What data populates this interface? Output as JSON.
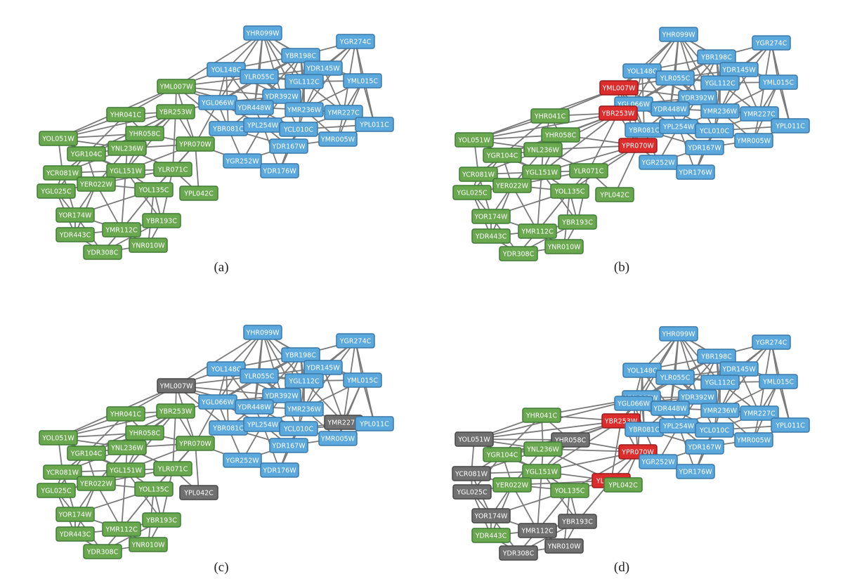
{
  "panels": [
    {
      "label": "(a)",
      "special": {}
    },
    {
      "label": "(b)",
      "special": {
        "YML007W": "red",
        "YBR253W": "red",
        "YPR070W": "red"
      }
    },
    {
      "label": "(c)",
      "special": {
        "YML007W": "gray",
        "YMR227C": "gray",
        "YPL042C": "gray"
      }
    },
    {
      "label": "(d)",
      "special": {
        "YML007W": "blue",
        "YBR253W": "red",
        "YPR070W": "red",
        "YLR071C": "red",
        "YHR058C": "gray",
        "YOL051W": "gray",
        "YCR081W": "gray",
        "YGL025C": "gray",
        "YOR174W": "gray",
        "YMR112C": "gray",
        "YBR193C": "gray",
        "YDR308C": "gray",
        "YNR010W": "gray"
      }
    }
  ],
  "colors": {
    "blue": "#5aa8dc",
    "blue_border": "#3a78aa",
    "green": "#6aa84f",
    "green_border": "#3f7a35",
    "red": "#dd2c2c",
    "red_border": "#9a1d1d",
    "gray": "#707070",
    "gray_border": "#454545",
    "edge": "#7a7a7a"
  },
  "nodes": [
    {
      "id": "YHR099W",
      "group": "blue"
    },
    {
      "id": "YGR274C",
      "group": "blue"
    },
    {
      "id": "YBR198C",
      "group": "blue"
    },
    {
      "id": "YOL148C",
      "group": "blue"
    },
    {
      "id": "YDR145W",
      "group": "blue"
    },
    {
      "id": "YLR055C",
      "group": "blue"
    },
    {
      "id": "YGL112C",
      "group": "blue"
    },
    {
      "id": "YML015C",
      "group": "blue"
    },
    {
      "id": "YML007W",
      "group": "green"
    },
    {
      "id": "YDR392W",
      "group": "blue"
    },
    {
      "id": "YGL066W",
      "group": "blue"
    },
    {
      "id": "YDR448W",
      "group": "blue"
    },
    {
      "id": "YMR236W",
      "group": "blue"
    },
    {
      "id": "YMR227C",
      "group": "blue"
    },
    {
      "id": "YHR041C",
      "group": "green"
    },
    {
      "id": "YBR253W",
      "group": "green"
    },
    {
      "id": "YBR081C",
      "group": "blue"
    },
    {
      "id": "YPL254W",
      "group": "blue"
    },
    {
      "id": "YCL010C",
      "group": "blue"
    },
    {
      "id": "YPL011C",
      "group": "blue"
    },
    {
      "id": "YOL051W",
      "group": "green"
    },
    {
      "id": "YHR058C",
      "group": "green"
    },
    {
      "id": "YMR005W",
      "group": "blue"
    },
    {
      "id": "YPR070W",
      "group": "green"
    },
    {
      "id": "YNL236W",
      "group": "green"
    },
    {
      "id": "YGR104C",
      "group": "green"
    },
    {
      "id": "YDR167W",
      "group": "blue"
    },
    {
      "id": "YGR252W",
      "group": "blue"
    },
    {
      "id": "YCR081W",
      "group": "green"
    },
    {
      "id": "YGL151W",
      "group": "green"
    },
    {
      "id": "YLR071C",
      "group": "green"
    },
    {
      "id": "YDR176W",
      "group": "blue"
    },
    {
      "id": "YER022W",
      "group": "green"
    },
    {
      "id": "YGL025C",
      "group": "green"
    },
    {
      "id": "YOL135C",
      "group": "green"
    },
    {
      "id": "YPL042C",
      "group": "green"
    },
    {
      "id": "YOR174W",
      "group": "green"
    },
    {
      "id": "YBR193C",
      "group": "green"
    },
    {
      "id": "YDR443C",
      "group": "green"
    },
    {
      "id": "YMR112C",
      "group": "green"
    },
    {
      "id": "YNR010W",
      "group": "green"
    },
    {
      "id": "YDR308C",
      "group": "green"
    }
  ],
  "edges": [
    [
      "YHR099W",
      "YOL148C"
    ],
    [
      "YHR099W",
      "YBR198C"
    ],
    [
      "YHR099W",
      "YLR055C"
    ],
    [
      "YHR099W",
      "YML007W"
    ],
    [
      "YHR099W",
      "YGL066W"
    ],
    [
      "YHR099W",
      "YDR392W"
    ],
    [
      "YHR099W",
      "YDR448W"
    ],
    [
      "YHR099W",
      "YGL112C"
    ],
    [
      "YHR099W",
      "YMR236W"
    ],
    [
      "YHR099W",
      "YDR145W"
    ],
    [
      "YGR274C",
      "YBR198C"
    ],
    [
      "YGR274C",
      "YDR145W"
    ],
    [
      "YGR274C",
      "YML015C"
    ],
    [
      "YGR274C",
      "YGL112C"
    ],
    [
      "YGR274C",
      "YMR227C"
    ],
    [
      "YGR274C",
      "YPL011C"
    ],
    [
      "YGR274C",
      "YMR236W"
    ],
    [
      "YBR198C",
      "YOL148C"
    ],
    [
      "YBR198C",
      "YLR055C"
    ],
    [
      "YBR198C",
      "YDR145W"
    ],
    [
      "YBR198C",
      "YGL112C"
    ],
    [
      "YBR198C",
      "YDR392W"
    ],
    [
      "YBR198C",
      "YMR236W"
    ],
    [
      "YBR198C",
      "YML015C"
    ],
    [
      "YBR198C",
      "YDR448W"
    ],
    [
      "YBR198C",
      "YGL066W"
    ],
    [
      "YOL148C",
      "YLR055C"
    ],
    [
      "YOL148C",
      "YGL066W"
    ],
    [
      "YOL148C",
      "YDR448W"
    ],
    [
      "YOL148C",
      "YDR392W"
    ],
    [
      "YOL148C",
      "YML007W"
    ],
    [
      "YOL148C",
      "YBR081C"
    ],
    [
      "YOL148C",
      "YGL112C"
    ],
    [
      "YDR145W",
      "YGL112C"
    ],
    [
      "YDR145W",
      "YML015C"
    ],
    [
      "YDR145W",
      "YMR236W"
    ],
    [
      "YDR145W",
      "YDR392W"
    ],
    [
      "YDR145W",
      "YMR227C"
    ],
    [
      "YDR145W",
      "YLR055C"
    ],
    [
      "YLR055C",
      "YGL112C"
    ],
    [
      "YLR055C",
      "YDR392W"
    ],
    [
      "YLR055C",
      "YGL066W"
    ],
    [
      "YLR055C",
      "YDR448W"
    ],
    [
      "YLR055C",
      "YMR236W"
    ],
    [
      "YGL112C",
      "YDR392W"
    ],
    [
      "YGL112C",
      "YMR236W"
    ],
    [
      "YGL112C",
      "YML015C"
    ],
    [
      "YGL112C",
      "YMR227C"
    ],
    [
      "YGL112C",
      "YCL010C"
    ],
    [
      "YML015C",
      "YMR227C"
    ],
    [
      "YML015C",
      "YPL011C"
    ],
    [
      "YML015C",
      "YMR236W"
    ],
    [
      "YML015C",
      "YMR005W"
    ],
    [
      "YML007W",
      "YGL066W"
    ],
    [
      "YML007W",
      "YBR253W"
    ],
    [
      "YML007W",
      "YHR041C"
    ],
    [
      "YML007W",
      "YDR448W"
    ],
    [
      "YML007W",
      "YBR081C"
    ],
    [
      "YML007W",
      "YPR070W"
    ],
    [
      "YML007W",
      "YOL051W"
    ],
    [
      "YML007W",
      "YLR055C"
    ],
    [
      "YML007W",
      "YDR392W"
    ],
    [
      "YDR392W",
      "YDR448W"
    ],
    [
      "YDR392W",
      "YMR236W"
    ],
    [
      "YDR392W",
      "YGL066W"
    ],
    [
      "YDR392W",
      "YCL010C"
    ],
    [
      "YDR392W",
      "YPL254W"
    ],
    [
      "YGL066W",
      "YDR448W"
    ],
    [
      "YGL066W",
      "YBR081C"
    ],
    [
      "YGL066W",
      "YPL254W"
    ],
    [
      "YGL066W",
      "YBR253W"
    ],
    [
      "YGL066W",
      "YPR070W"
    ],
    [
      "YDR448W",
      "YMR236W"
    ],
    [
      "YDR448W",
      "YPL254W"
    ],
    [
      "YDR448W",
      "YBR081C"
    ],
    [
      "YDR448W",
      "YCL010C"
    ],
    [
      "YMR236W",
      "YMR227C"
    ],
    [
      "YMR236W",
      "YCL010C"
    ],
    [
      "YMR236W",
      "YPL254W"
    ],
    [
      "YMR236W",
      "YMR005W"
    ],
    [
      "YMR227C",
      "YPL011C"
    ],
    [
      "YMR227C",
      "YMR005W"
    ],
    [
      "YMR227C",
      "YCL010C"
    ],
    [
      "YPL011C",
      "YMR005W"
    ],
    [
      "YPL011C",
      "YCL010C"
    ],
    [
      "YBR081C",
      "YPL254W"
    ],
    [
      "YBR081C",
      "YCL010C"
    ],
    [
      "YBR081C",
      "YGR252W"
    ],
    [
      "YBR081C",
      "YDR167W"
    ],
    [
      "YPL254W",
      "YCL010C"
    ],
    [
      "YPL254W",
      "YDR167W"
    ],
    [
      "YPL254W",
      "YGR252W"
    ],
    [
      "YPL254W",
      "YDR176W"
    ],
    [
      "YCL010C",
      "YDR167W"
    ],
    [
      "YCL010C",
      "YMR005W"
    ],
    [
      "YCL010C",
      "YDR176W"
    ],
    [
      "YDR167W",
      "YGR252W"
    ],
    [
      "YDR167W",
      "YDR176W"
    ],
    [
      "YDR167W",
      "YMR005W"
    ],
    [
      "YGR252W",
      "YDR176W"
    ],
    [
      "YHR041C",
      "YBR253W"
    ],
    [
      "YHR041C",
      "YOL051W"
    ],
    [
      "YHR041C",
      "YHR058C"
    ],
    [
      "YHR041C",
      "YGR104C"
    ],
    [
      "YHR041C",
      "YNL236W"
    ],
    [
      "YBR253W",
      "YHR058C"
    ],
    [
      "YBR253W",
      "YPR070W"
    ],
    [
      "YBR253W",
      "YNL236W"
    ],
    [
      "YBR253W",
      "YGL151W"
    ],
    [
      "YBR253W",
      "YOL051W"
    ],
    [
      "YBR253W",
      "YGR104C"
    ],
    [
      "YBR253W",
      "YLR071C"
    ],
    [
      "YOL051W",
      "YGR104C"
    ],
    [
      "YOL051W",
      "YHR058C"
    ],
    [
      "YOL051W",
      "YNL236W"
    ],
    [
      "YOL051W",
      "YCR081W"
    ],
    [
      "YOL051W",
      "YGL151W"
    ],
    [
      "YHR058C",
      "YNL236W"
    ],
    [
      "YHR058C",
      "YGR104C"
    ],
    [
      "YHR058C",
      "YGL151W"
    ],
    [
      "YHR058C",
      "YPR070W"
    ],
    [
      "YPR070W",
      "YNL236W"
    ],
    [
      "YPR070W",
      "YLR071C"
    ],
    [
      "YPR070W",
      "YGL151W"
    ],
    [
      "YPR070W",
      "YPL042C"
    ],
    [
      "YPR070W",
      "YOL135C"
    ],
    [
      "YPR070W",
      "YGR252W"
    ],
    [
      "YNL236W",
      "YGR104C"
    ],
    [
      "YNL236W",
      "YGL151W"
    ],
    [
      "YNL236W",
      "YCR081W"
    ],
    [
      "YNL236W",
      "YER022W"
    ],
    [
      "YNL236W",
      "YLR071C"
    ],
    [
      "YGR104C",
      "YCR081W"
    ],
    [
      "YGR104C",
      "YGL151W"
    ],
    [
      "YGR104C",
      "YER022W"
    ],
    [
      "YGR104C",
      "YGL025C"
    ],
    [
      "YCR081W",
      "YGL151W"
    ],
    [
      "YCR081W",
      "YER022W"
    ],
    [
      "YCR081W",
      "YGL025C"
    ],
    [
      "YCR081W",
      "YOR174W"
    ],
    [
      "YGL151W",
      "YLR071C"
    ],
    [
      "YGL151W",
      "YER022W"
    ],
    [
      "YGL151W",
      "YOL135C"
    ],
    [
      "YGL151W",
      "YMR112C"
    ],
    [
      "YGL151W",
      "YBR193C"
    ],
    [
      "YLR071C",
      "YOL135C"
    ],
    [
      "YLR071C",
      "YPL042C"
    ],
    [
      "YLR071C",
      "YER022W"
    ],
    [
      "YLR071C",
      "YBR193C"
    ],
    [
      "YER022W",
      "YGL025C"
    ],
    [
      "YER022W",
      "YOL135C"
    ],
    [
      "YER022W",
      "YOR174W"
    ],
    [
      "YER022W",
      "YMR112C"
    ],
    [
      "YER022W",
      "YDR443C"
    ],
    [
      "YGL025C",
      "YOR174W"
    ],
    [
      "YGL025C",
      "YDR443C"
    ],
    [
      "YOL135C",
      "YBR193C"
    ],
    [
      "YOL135C",
      "YMR112C"
    ],
    [
      "YOL135C",
      "YNR010W"
    ],
    [
      "YOL135C",
      "YOR174W"
    ],
    [
      "YOR174W",
      "YDR443C"
    ],
    [
      "YOR174W",
      "YMR112C"
    ],
    [
      "YOR174W",
      "YDR308C"
    ],
    [
      "YBR193C",
      "YMR112C"
    ],
    [
      "YBR193C",
      "YNR010W"
    ],
    [
      "YBR193C",
      "YDR308C"
    ],
    [
      "YDR443C",
      "YMR112C"
    ],
    [
      "YDR443C",
      "YDR308C"
    ],
    [
      "YMR112C",
      "YNR010W"
    ],
    [
      "YMR112C",
      "YDR308C"
    ],
    [
      "YNR010W",
      "YDR308C"
    ]
  ]
}
